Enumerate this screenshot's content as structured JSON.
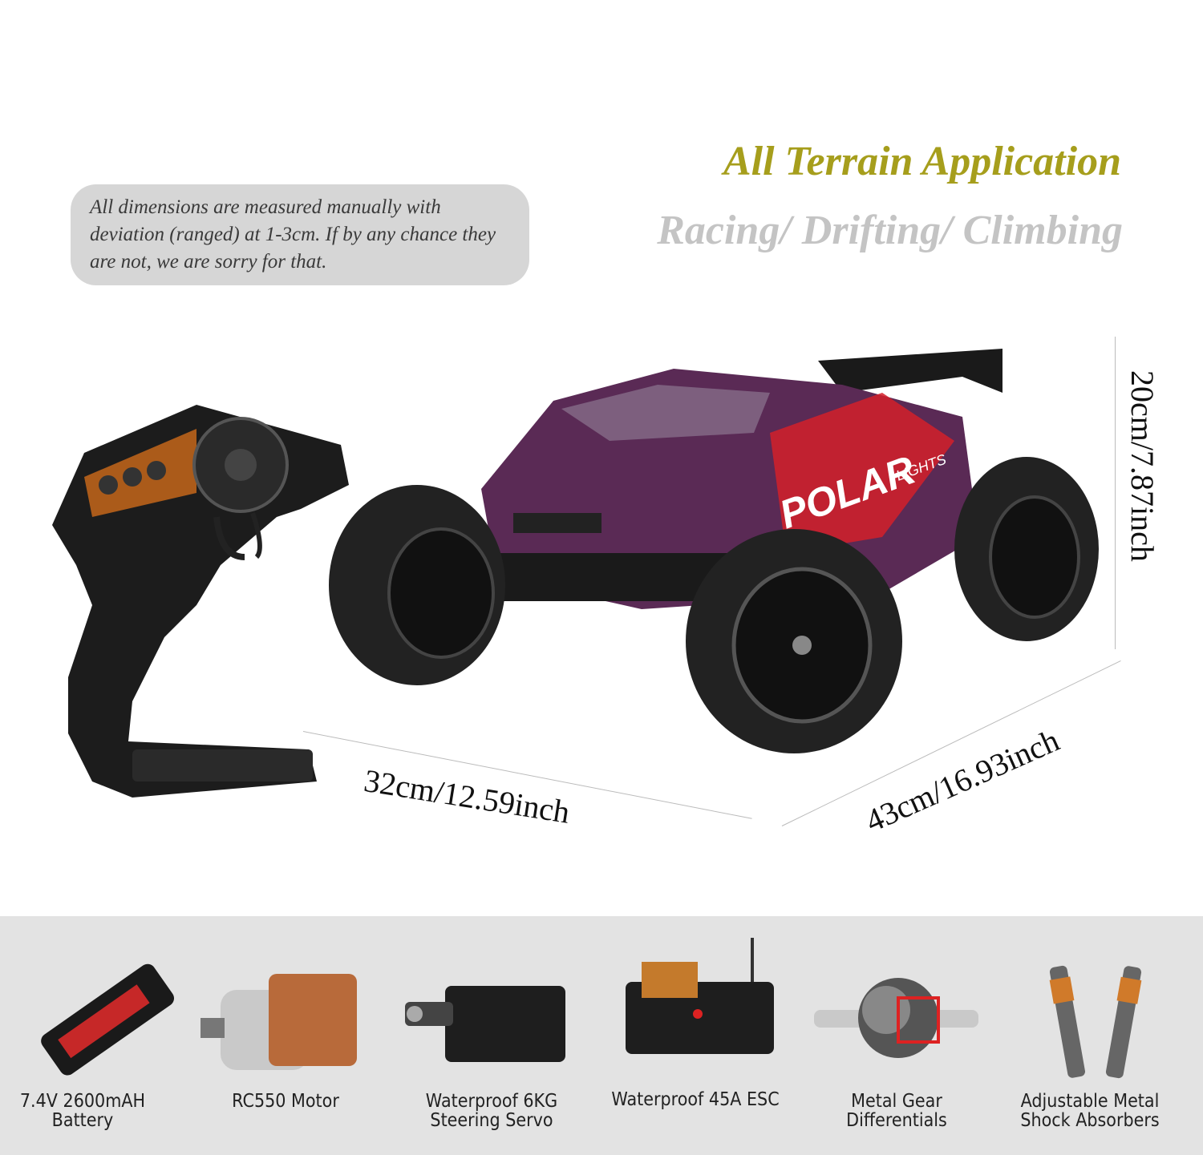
{
  "headline": {
    "title": "All Terrain Application",
    "subtitle": "Racing/ Drifting/ Climbing",
    "title_color": "#a69e1c",
    "subtitle_color": "#c4c4c4"
  },
  "note": "All dimensions are measured manually with deviation (ranged) at 1-3cm. If by any chance they are not, we are sorry for that.",
  "product": {
    "body_text": "POLAR",
    "body_subtext": "LIGHTS",
    "body_colors": [
      "#5a2a55",
      "#d4202a"
    ]
  },
  "dimensions": {
    "height": "20cm/7.87inch",
    "width": "32cm/12.59inch",
    "length": "43cm/16.93inch"
  },
  "features": [
    {
      "icon": "battery-icon",
      "label": "7.4V 2600mAH Battery"
    },
    {
      "icon": "motor-icon",
      "label": "RC550 Motor"
    },
    {
      "icon": "servo-icon",
      "label": "Waterproof 6KG Steering Servo"
    },
    {
      "icon": "esc-icon",
      "label": "Waterproof 45A ESC"
    },
    {
      "icon": "differential-icon",
      "label": "Metal Gear Differentials"
    },
    {
      "icon": "shock-absorber-icon",
      "label": "Adjustable Metal Shock Absorbers"
    }
  ]
}
